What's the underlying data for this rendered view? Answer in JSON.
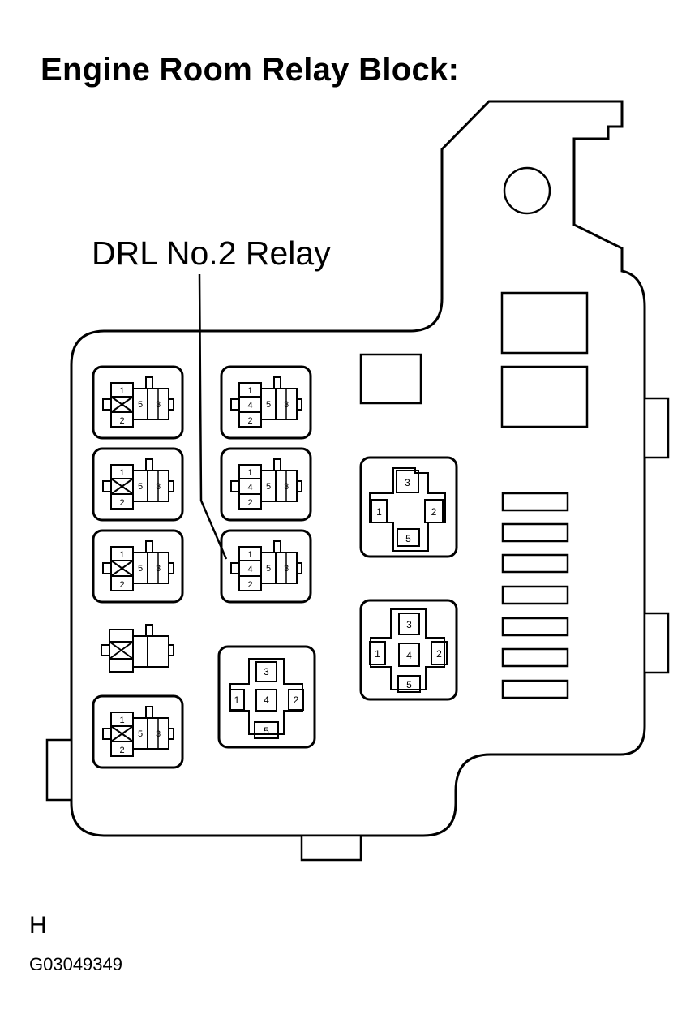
{
  "title": "Engine Room Relay Block:",
  "callout": "DRL No.2 Relay",
  "code_letter": "H",
  "figure_id": "G03049349",
  "terminal_labels": {
    "t1": "1",
    "t2": "2",
    "t3": "3",
    "t4": "4",
    "t5": "5"
  }
}
